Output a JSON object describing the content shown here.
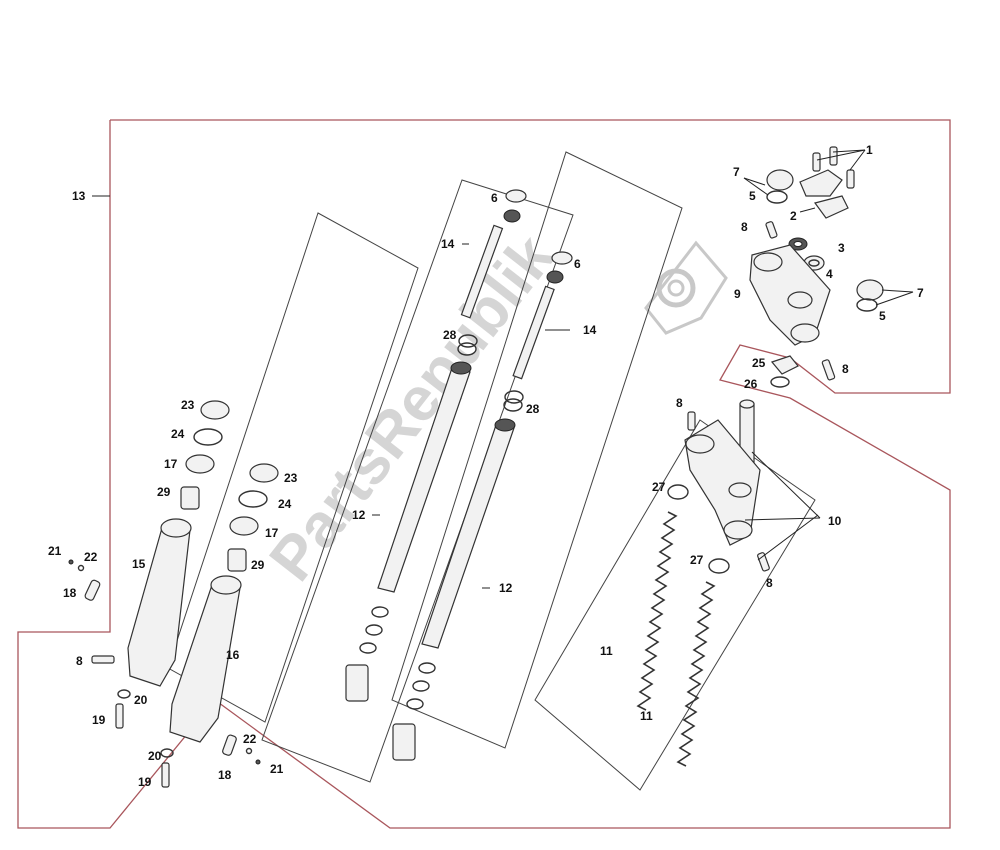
{
  "watermark": "PartsRepublik",
  "callouts": {
    "c1": "1",
    "c2": "2",
    "c3": "3",
    "c4": "4",
    "c5a": "5",
    "c5b": "5",
    "c6a": "6",
    "c6b": "6",
    "c7a": "7",
    "c7b": "7",
    "c8a": "8",
    "c8b": "8",
    "c8c": "8",
    "c8d": "8",
    "c8e": "8",
    "c9": "9",
    "c10": "10",
    "c11a": "11",
    "c11b": "11",
    "c12a": "12",
    "c12b": "12",
    "c13": "13",
    "c14a": "14",
    "c14b": "14",
    "c15": "15",
    "c16": "16",
    "c17a": "17",
    "c17b": "17",
    "c18a": "18",
    "c18b": "18",
    "c19a": "19",
    "c19b": "19",
    "c20a": "20",
    "c20b": "20",
    "c21a": "21",
    "c21b": "21",
    "c22a": "22",
    "c22b": "22",
    "c23a": "23",
    "c23b": "23",
    "c24a": "24",
    "c24b": "24",
    "c25": "25",
    "c26": "26",
    "c27a": "27",
    "c27b": "27",
    "c28a": "28",
    "c28b": "28",
    "c29a": "29",
    "c29b": "29"
  }
}
